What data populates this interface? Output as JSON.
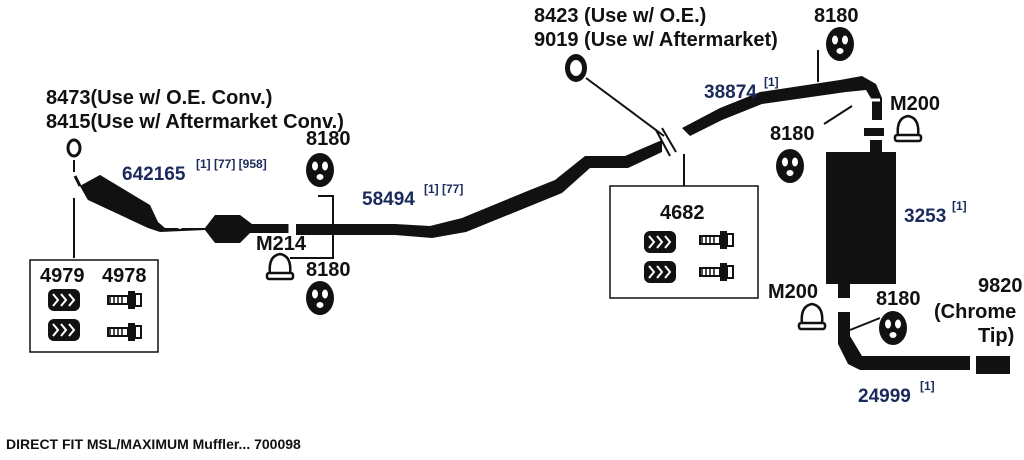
{
  "parts": {
    "p8473": "8473(Use w/ O.E. Conv.)",
    "p8415": "8415(Use w/ Aftermarket Conv.)",
    "p642165": "642165",
    "p642165_refs": "[1] [77] [958]",
    "p4979": "4979",
    "p4978": "4978",
    "p8180_a": "8180",
    "p8180_b": "8180",
    "pM214": "M214",
    "p58494": "58494",
    "p58494_refs": "[1] [77]",
    "p8423": "8423 (Use w/ O.E.)",
    "p9019": "9019 (Use w/ Aftermarket)",
    "p8180_c": "8180",
    "p38874": "38874",
    "p38874_refs": "[1]",
    "p4682": "4682",
    "pM200_a": "M200",
    "p8180_d": "8180",
    "p3253": "3253",
    "p3253_refs": "[1]",
    "pM200_b": "M200",
    "p8180_e": "8180",
    "p9820_a": "9820",
    "p9820_b": "(Chrome",
    "p9820_c": "Tip)",
    "p24999": "24999",
    "p24999_refs": "[1]"
  },
  "footer": "DIRECT FIT MSL/MAXIMUM Muffler... 700098"
}
